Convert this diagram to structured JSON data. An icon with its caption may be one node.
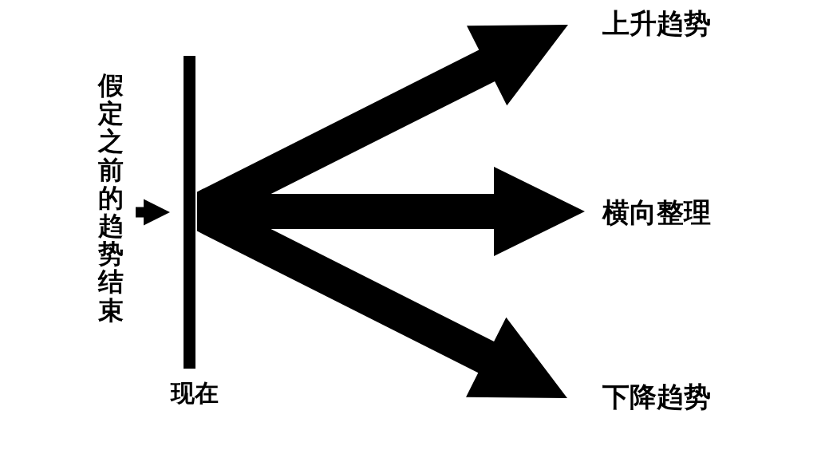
{
  "diagram": {
    "nodes": [
      {
        "text": [
          "假定之前的趋势结束"
        ]
      },
      {
        "text": [],
        "shape": "bar",
        "beside": [
          "现在"
        ]
      },
      {
        "text": [
          "上升趋势"
        ]
      },
      {
        "text": [
          "横向整理"
        ]
      },
      {
        "text": [
          "下降趋势"
        ]
      }
    ],
    "edges": [
      {
        "from": 0,
        "to": 1,
        "arrow": "to"
      },
      {
        "from": 1,
        "to": 2,
        "arrow": "to",
        "style": "thick"
      },
      {
        "from": 1,
        "to": 3,
        "arrow": "to",
        "style": "thick"
      },
      {
        "from": 1,
        "to": 4,
        "arrow": "to",
        "style": "thick"
      }
    ]
  }
}
